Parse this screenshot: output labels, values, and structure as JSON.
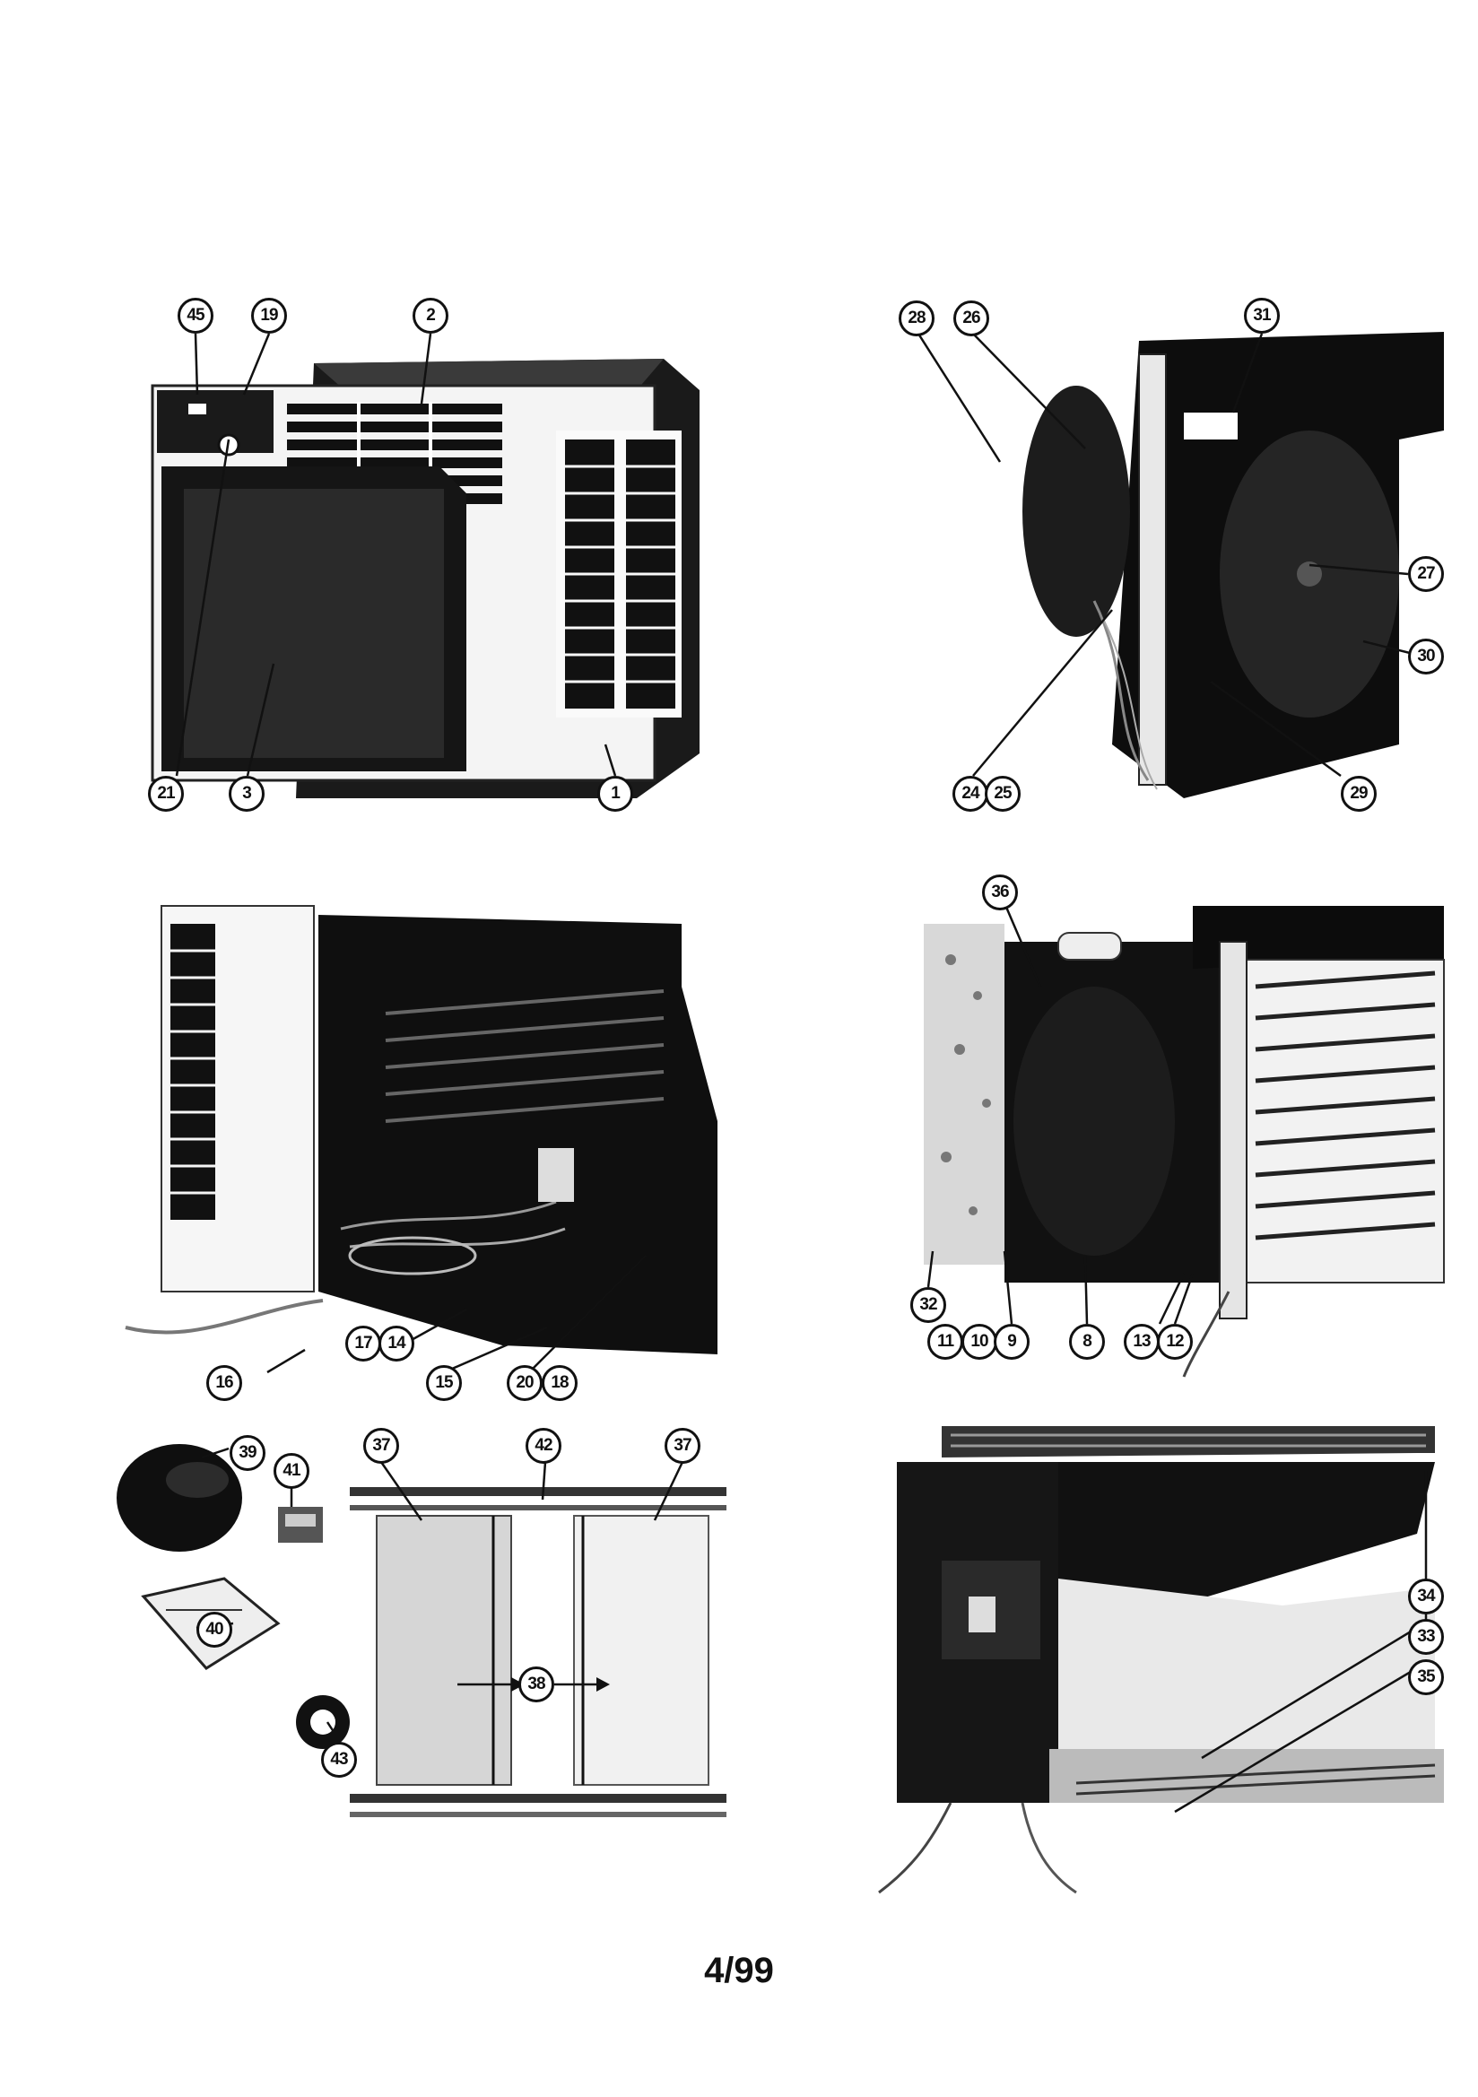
{
  "page_number": "4/99",
  "callouts": {
    "c45": "45",
    "c19": "19",
    "c2": "2",
    "c21": "21",
    "c3": "3",
    "c1": "1",
    "c28": "28",
    "c26": "26",
    "c31": "31",
    "c27": "27",
    "c30": "30",
    "c24": "24",
    "c25": "25",
    "c29": "29",
    "c17": "17",
    "c14": "14",
    "c16": "16",
    "c15": "15",
    "c20": "20",
    "c18": "18",
    "c36": "36",
    "c32": "32",
    "c11": "11",
    "c10": "10",
    "c9": "9",
    "c8": "8",
    "c13": "13",
    "c12": "12",
    "c39": "39",
    "c41": "41",
    "c40": "40",
    "c43": "43",
    "c37a": "37",
    "c42": "42",
    "c37b": "37",
    "c38": "38",
    "c34": "34",
    "c33": "33",
    "c35": "35"
  }
}
